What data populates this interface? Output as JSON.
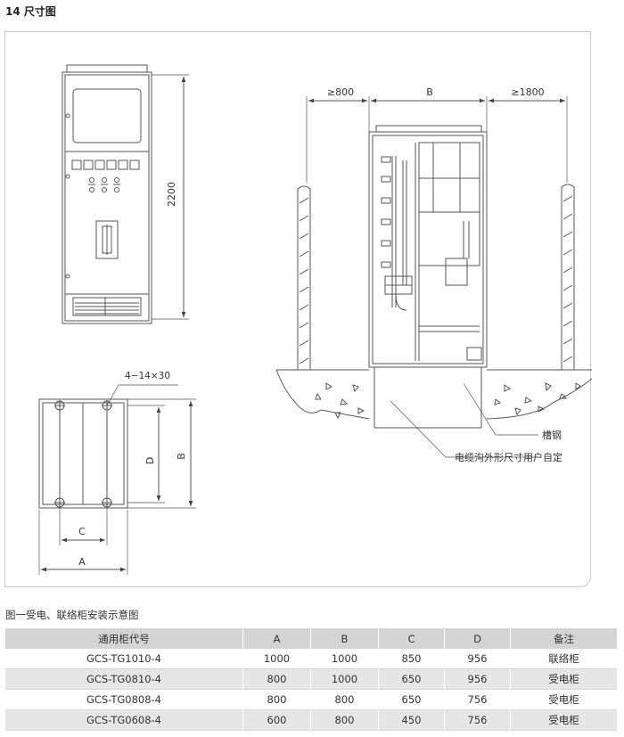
{
  "section_title": "14 尺寸图",
  "figure": {
    "front_view": {
      "height_label": "2200"
    },
    "plan_view": {
      "hole_label": "4−14×30",
      "label_d": "D",
      "label_b": "B",
      "label_c": "C",
      "label_a": "A"
    },
    "installation_view": {
      "left_clearance": "≥800",
      "width_label": "B",
      "right_clearance": "≥1800",
      "channel_label": "槽钢",
      "trench_label": "电缆沟外形尺寸用户自定"
    }
  },
  "caption": "图一受电、联络柜安装示意图",
  "table": {
    "headers": [
      "通用柜代号",
      "A",
      "B",
      "C",
      "D",
      "备注"
    ],
    "rows": [
      [
        "GCS-TG1010-4",
        "1000",
        "1000",
        "850",
        "956",
        "联络柜"
      ],
      [
        "GCS-TG0810-4",
        "800",
        "1000",
        "650",
        "956",
        "受电柜"
      ],
      [
        "GCS-TG0808-4",
        "800",
        "800",
        "650",
        "756",
        "受电柜"
      ],
      [
        "GCS-TG0608-4",
        "600",
        "800",
        "450",
        "756",
        "受电柜"
      ]
    ]
  },
  "colors": {
    "line": "#555555",
    "frame": "#c8c8c8",
    "header_bg": "#d4d4d4",
    "stripe_bg": "#e6e6e6"
  }
}
